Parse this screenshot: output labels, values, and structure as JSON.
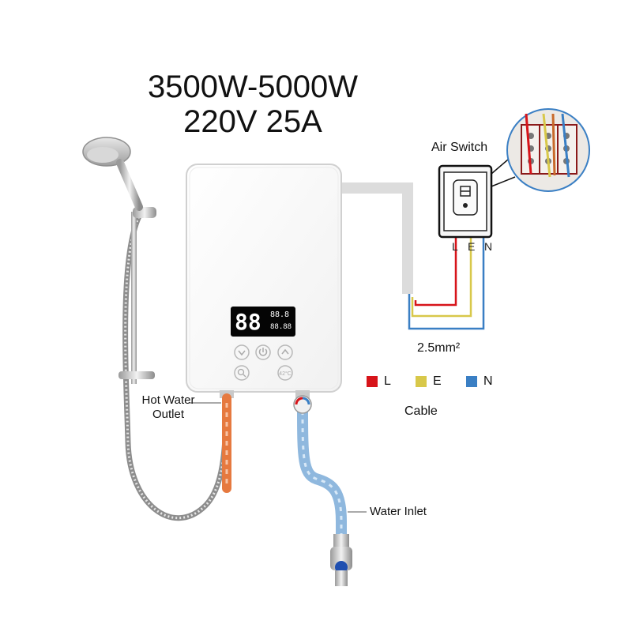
{
  "specs": {
    "power_range": "3500W-5000W",
    "voltage_current": "220V 25A"
  },
  "labels": {
    "air_switch": "Air Switch",
    "hot_water_outlet_line1": "Hot Water",
    "hot_water_outlet_line2": "Outlet",
    "water_inlet": "Water Inlet",
    "cable_size": "2.5mm²",
    "cable": "Cable"
  },
  "switch_terminals": [
    "L",
    "E",
    "N"
  ],
  "legend": [
    {
      "letter": "L",
      "color": "#d7141a"
    },
    {
      "letter": "E",
      "color": "#d8c84a"
    },
    {
      "letter": "N",
      "color": "#3a7fc4"
    }
  ],
  "display": {
    "main_digits": "88",
    "small_top": "88.8",
    "small_bottom": "88.88"
  },
  "panel_buttons": [
    "chevron-down",
    "power",
    "chevron-up",
    "search",
    "temperature-preset"
  ],
  "preset_label": "42°C",
  "colors": {
    "live": "#d7141a",
    "earth": "#d8c84a",
    "neutral": "#3a7fc4",
    "hot_hose": "#e6793f",
    "cold_hose": "#8fb8de"
  }
}
